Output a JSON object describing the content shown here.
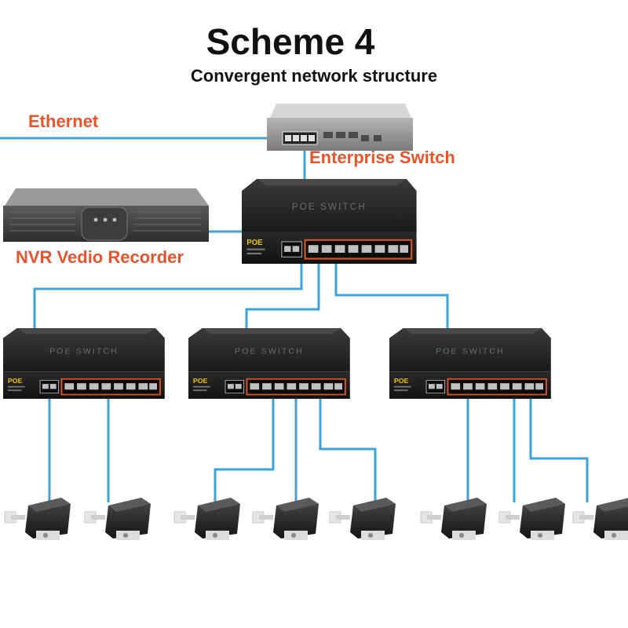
{
  "title": "Scheme 4",
  "subtitle": "Convergent network structure",
  "labels": {
    "ethernet": "Ethernet",
    "enterprise_switch": "Enterprise Switch",
    "nvr": "NVR Vedio Recorder"
  },
  "device_text": {
    "poe_switch": "POE SWITCH",
    "poe_badge": "POE"
  },
  "colors": {
    "cable": "#3ba3dc",
    "label": "#e8532a",
    "switch_body": "#1c1c1c",
    "port_accent": "#d9531e"
  }
}
